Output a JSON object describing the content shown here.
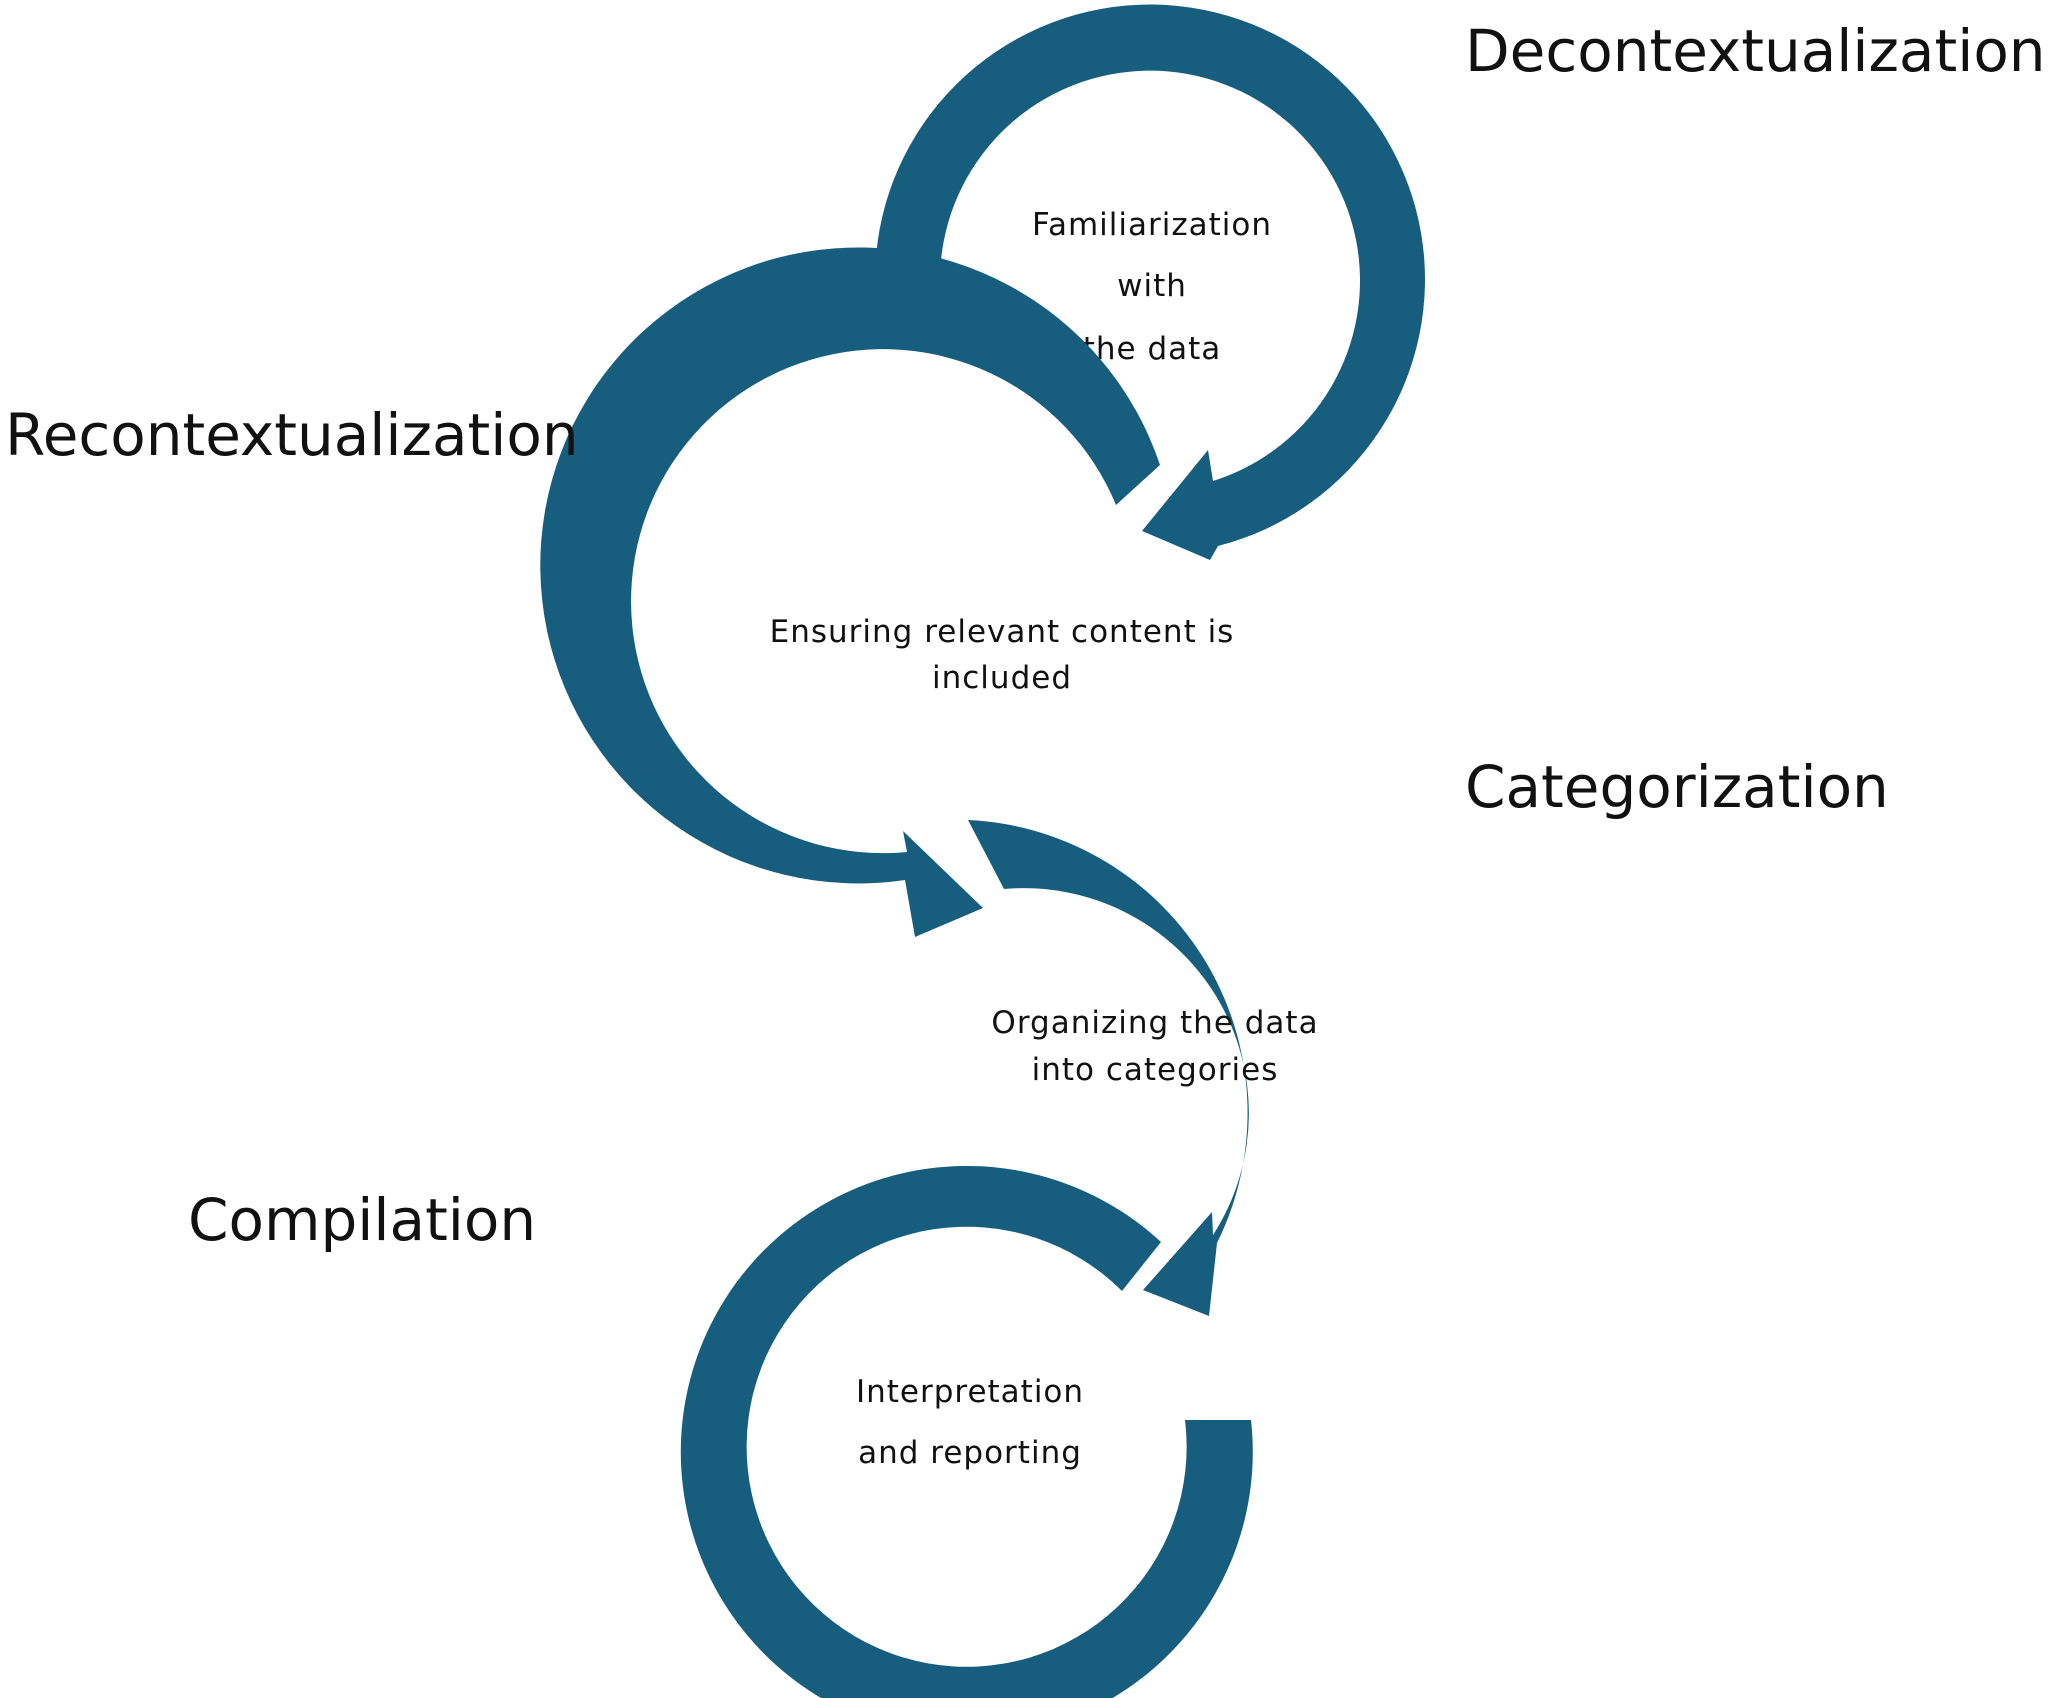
{
  "colors": {
    "arrow": "#175E7E",
    "text": "#111111",
    "background": "#FFFFFF"
  },
  "stages": [
    {
      "title": "Decontextualization",
      "lines": [
        "Familiarization",
        "with",
        "the data"
      ]
    },
    {
      "title": "Recontextualization",
      "lines": [
        "Ensuring relevant content is",
        "included"
      ]
    },
    {
      "title": "Categorization",
      "lines": [
        "Organizing the data",
        "into categories"
      ]
    },
    {
      "title": "Compilation",
      "lines": [
        "Interpretation",
        "and reporting"
      ]
    }
  ]
}
